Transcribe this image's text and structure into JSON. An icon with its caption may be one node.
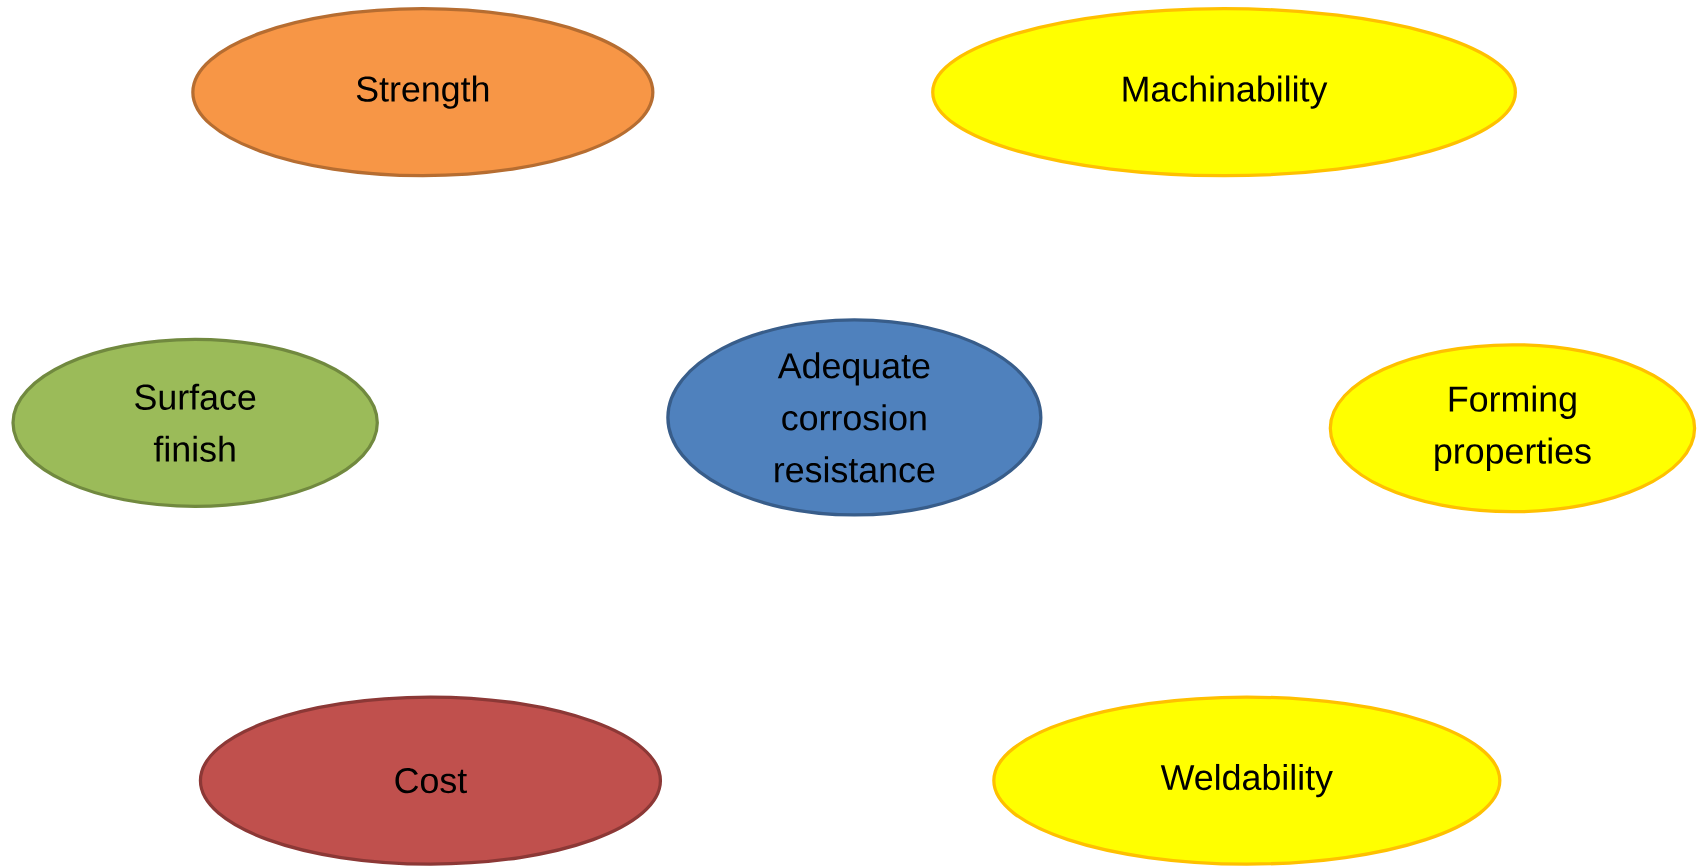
{
  "diagram": {
    "nodes": [
      {
        "text": [
          "Strength"
        ]
      },
      {
        "text": [
          "Machinability"
        ]
      },
      {
        "text": [
          "Surface finish"
        ]
      },
      {
        "text": [
          "Adequate corrosion resistance"
        ]
      },
      {
        "text": [
          "Forming properties"
        ]
      },
      {
        "text": [
          "Cost"
        ]
      },
      {
        "text": [
          "Weldability"
        ]
      }
    ]
  }
}
